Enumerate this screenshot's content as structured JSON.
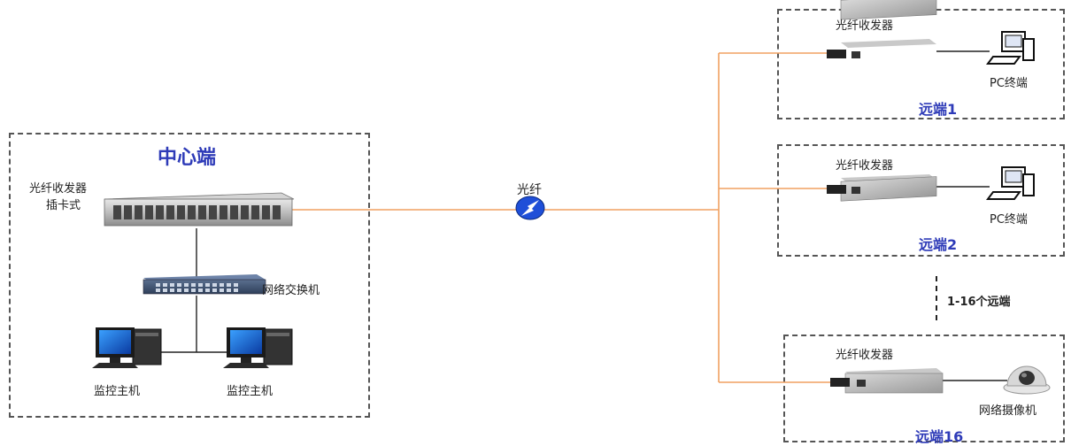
{
  "center": {
    "title": "中心端",
    "chassis_label_line1": "光纤收发器",
    "chassis_label_line2": "插卡式",
    "switch_label": "网络交换机",
    "host1_label": "监控主机",
    "host2_label": "监控主机"
  },
  "fiber_label": "光纤",
  "remotes": [
    {
      "converter_label": "光纤收发器",
      "device_label": "PC终端",
      "title": "远端1"
    },
    {
      "converter_label": "光纤收发器",
      "device_label": "PC终端",
      "title": "远端2"
    },
    {
      "converter_label": "光纤收发器",
      "device_label": "网络摄像机",
      "title": "远端16"
    }
  ],
  "range_note": "1-16个远端",
  "colors": {
    "fiber": "#f0a060",
    "title_blue": "#2e3bb8",
    "border": "#555555"
  }
}
